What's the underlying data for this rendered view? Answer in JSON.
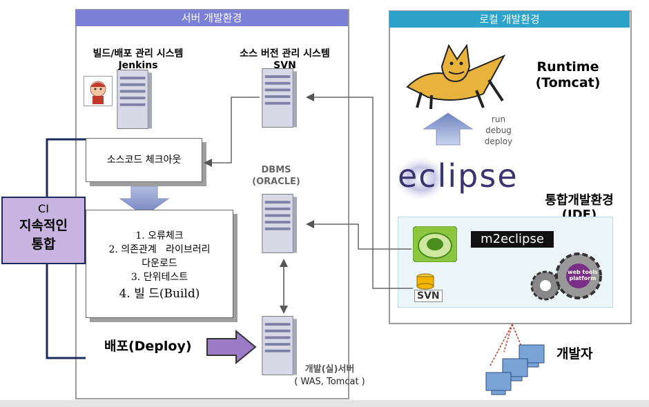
{
  "server_env": {
    "title": "서버 개발환경",
    "jenkins_label_1": "빌드/배포 관리 시스템",
    "jenkins_label_2": "Jenkins",
    "svn_label_1": "소스 버전 관리 시스템",
    "svn_label_2": "SVN",
    "checkout_box": "소스코드 체크아웃",
    "dbms_label_1": "DBMS",
    "dbms_label_2": "(ORACLE)",
    "steps": [
      "1. 오류체크",
      "2. 의존관계   라이브러리",
      "다운로드",
      "3. 단위테스트",
      "4. 빌 드(Build)"
    ],
    "deploy_label": "배포(Deploy)",
    "dev_server_label_1": "개발(실)서버",
    "dev_server_label_2": "( WAS, Tomcat )"
  },
  "ci_box": {
    "line1": "CI",
    "line2": "지속적인",
    "line3": "통합"
  },
  "local_env": {
    "title": "로컬 개발환경",
    "runtime_1": "Runtime",
    "runtime_2": "(Tomcat)",
    "run_lines": [
      "run",
      "debug",
      "deploy"
    ],
    "eclipse_logo": "eclipse",
    "ide_1": "통합개발환경",
    "ide_2": "(IDE)",
    "m2eclipse": "m2eclipse",
    "svn_plugin": "SVN",
    "webtools": "web tools platform"
  },
  "developer_label": "개발자",
  "colors": {
    "server_header": "#7b7fd6",
    "local_header": "#2ea3c9",
    "ci_box": "#c9b3e0",
    "arrow_purple": "#9b7ac6",
    "arrow_blue": "#8ea3cf",
    "line_navy": "#1a2a5c"
  }
}
